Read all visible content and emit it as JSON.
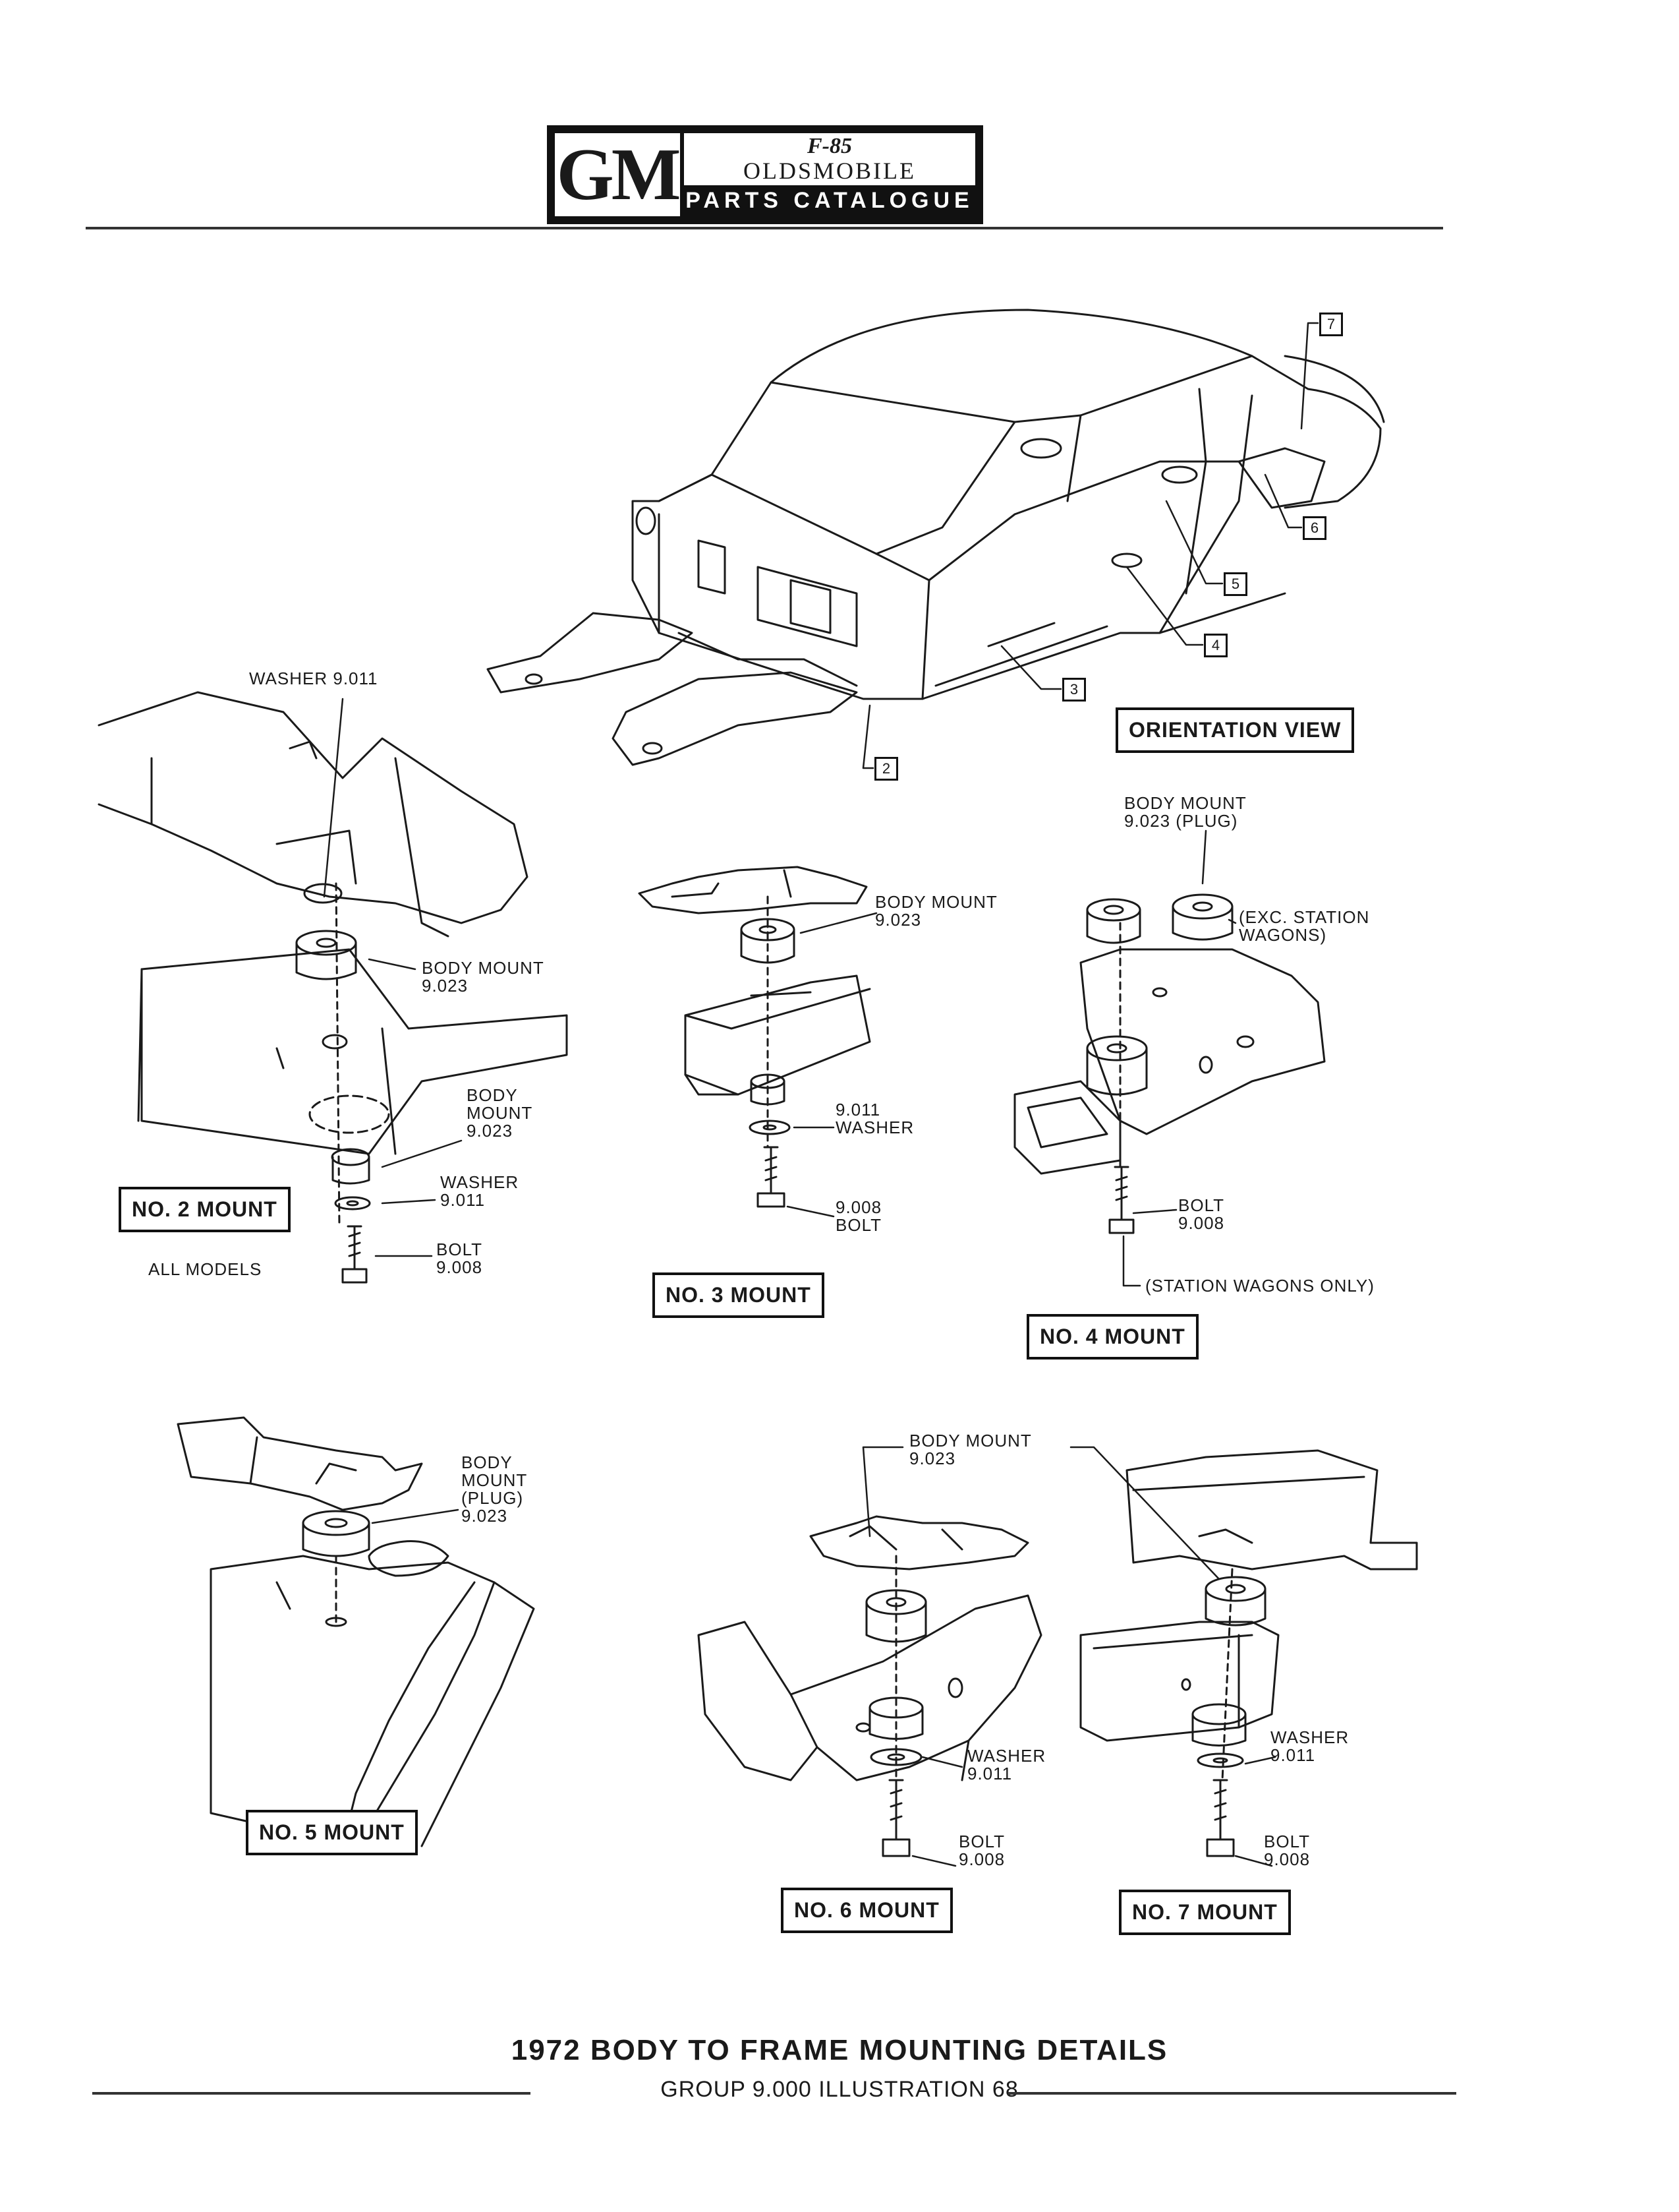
{
  "header": {
    "brand": "GM",
    "model_mark": "F-85",
    "make": "OLDSMOBILE",
    "catalogue": "PARTS CATALOGUE"
  },
  "orientation": {
    "title": "ORIENTATION VIEW",
    "callouts": [
      "2",
      "3",
      "4",
      "5",
      "6",
      "7"
    ]
  },
  "mount2": {
    "title": "NO. 2 MOUNT",
    "subtitle": "ALL MODELS",
    "washer_top": "WASHER 9.011",
    "body_mount_top": "BODY MOUNT\n9.023",
    "body_mount_lower": "BODY\nMOUNT\n9.023",
    "washer_lower": "WASHER\n9.011",
    "bolt": "BOLT\n9.008"
  },
  "mount3": {
    "title": "NO. 3 MOUNT",
    "body_mount": "BODY MOUNT\n9.023",
    "washer": "9.011\nWASHER",
    "bolt": "9.008\nBOLT"
  },
  "mount4": {
    "title": "NO. 4 MOUNT",
    "body_mount_plug": "BODY MOUNT\n9.023  (PLUG)",
    "exception": "(EXC. STATION\nWAGONS)",
    "bolt": "BOLT\n9.008",
    "note": "(STATION WAGONS ONLY)"
  },
  "mount5": {
    "title": "NO. 5 MOUNT",
    "body_mount_plug": "BODY\nMOUNT\n(PLUG)\n9.023"
  },
  "mount6": {
    "title": "NO. 6 MOUNT",
    "body_mount": "BODY MOUNT\n9.023",
    "washer": "WASHER\n9.011",
    "bolt": "BOLT\n9.008"
  },
  "mount7": {
    "title": "NO. 7 MOUNT",
    "washer": "WASHER\n9.011",
    "bolt": "BOLT\n9.008"
  },
  "page": {
    "title": "1972 BODY TO FRAME MOUNTING DETAILS",
    "footer": "GROUP 9.000 ILLUSTRATION 68"
  }
}
